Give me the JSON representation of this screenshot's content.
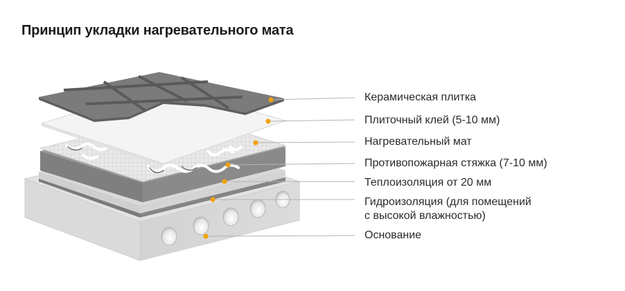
{
  "title": "Принцип укладки нагревательного мата",
  "accent_color": "#f2a200",
  "layers": [
    {
      "label": "Керамическая плитка"
    },
    {
      "label": "Плиточный клей (5-10 мм)"
    },
    {
      "label": "Нагревательный мат"
    },
    {
      "label": "Противопожарная стяжка (7-10 мм)"
    },
    {
      "label": "Теплоизоляция от 20 мм"
    },
    {
      "label": "Гидроизоляция (для помещений\nс высокой влажностью)"
    },
    {
      "label": "Основание"
    }
  ]
}
